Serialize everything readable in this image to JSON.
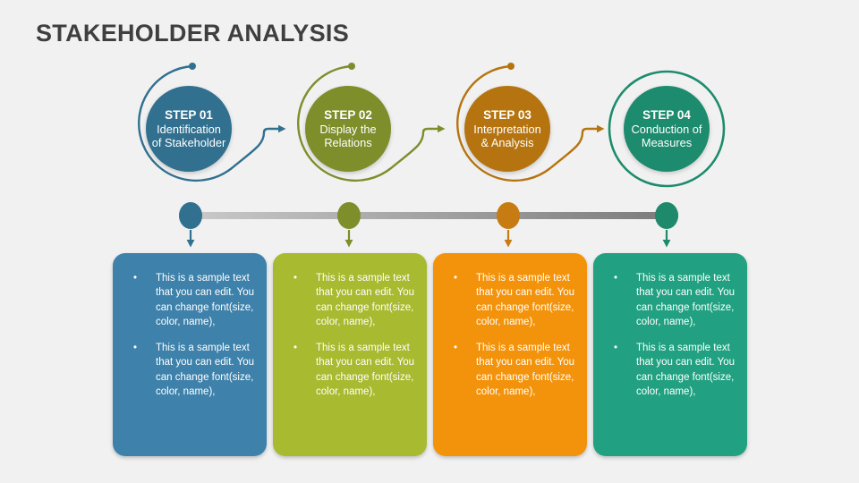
{
  "slide": {
    "title": "STAKEHOLDER ANALYSIS",
    "title_color": "#3f3f3f",
    "background": "#f1f1f1",
    "content_text_color": "#ffffff"
  },
  "steps": [
    {
      "label": "STEP 01",
      "line1": "Identification",
      "line2": "of Stakeholder",
      "circle_color": "#31708f",
      "card_color": "#3e81aa",
      "dot_color": "#31708f",
      "bullets": [
        "This is a sample text that you can edit. You can change font(size, color, name),",
        "This is a sample text that you can edit. You can change font(size, color, name),"
      ]
    },
    {
      "label": "STEP 02",
      "line1": "Display the",
      "line2": "Relations",
      "circle_color": "#7d8e2b",
      "card_color": "#a8ba30",
      "dot_color": "#7d8e2b",
      "bullets": [
        "This is a sample text that you can edit. You can change font(size, color, name),",
        "This is a sample text that you can edit. You can change font(size, color, name),"
      ]
    },
    {
      "label": "STEP 03",
      "line1": "Interpretation",
      "line2": "& Analysis",
      "circle_color": "#b5740f",
      "card_color": "#f3930b",
      "dot_color": "#c67c12",
      "bullets": [
        "This is a sample text that you can edit. You can change font(size, color, name),",
        "This is a sample text that you can edit. You can change font(size, color, name),"
      ]
    },
    {
      "label": "STEP 04",
      "line1": "Conduction of",
      "line2": "Measures",
      "circle_color": "#1d8b6d",
      "card_color": "#21a181",
      "dot_color": "#1f8a6b",
      "bullets": [
        "This is a sample text that you can edit. You can change font(size, color, name),",
        "This is a sample text that you can edit. You can change font(size, color, name),"
      ]
    }
  ],
  "timeline": {
    "bar_left_color": "#cbcbcb",
    "bar_right_color": "#7a7a7a"
  }
}
